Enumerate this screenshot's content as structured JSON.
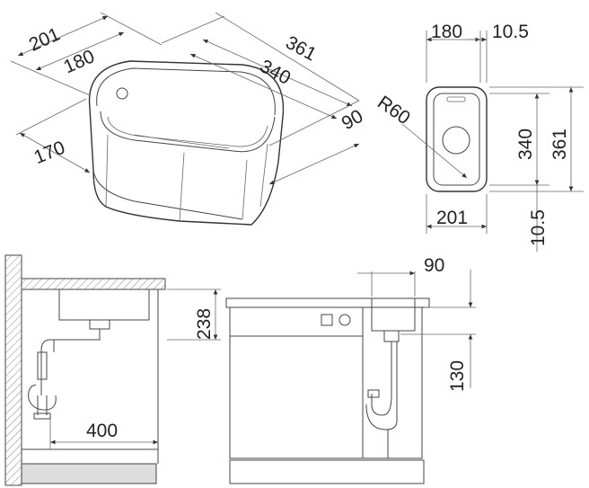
{
  "perspective": {
    "dims": [
      "201",
      "180",
      "361",
      "340",
      "170",
      "90"
    ]
  },
  "top_view": {
    "dims": [
      "180",
      "10.5",
      "R60",
      "340",
      "361",
      "201",
      "10.5"
    ]
  },
  "side_view": {
    "dims": [
      "238",
      "400"
    ]
  },
  "front_view": {
    "dims": [
      "90",
      "130"
    ]
  },
  "colors": {
    "line": "#444444",
    "hatch": "#888888",
    "floor": "#dddddd"
  }
}
